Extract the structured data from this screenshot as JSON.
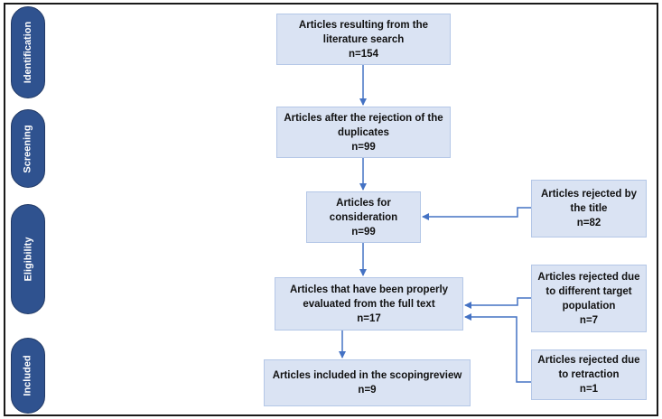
{
  "colors": {
    "stage_fill": "#2f528f",
    "box_fill": "#dae3f3",
    "box_border": "#b4c7e7",
    "arrow": "#4472c4"
  },
  "stages": {
    "identification": "Identification",
    "screening": "Screening",
    "eligibility": "Eligibility",
    "included": "Included"
  },
  "boxes": {
    "search": {
      "line1": "Articles resulting from the",
      "line2": "literature search",
      "count": "n=154"
    },
    "duplicates": {
      "line1": "Articles after the rejection of the",
      "line2": "duplicates",
      "count": "n=99"
    },
    "consideration": {
      "line1": "Articles for",
      "line2": "consideration",
      "count": "n=99"
    },
    "full_text": {
      "line1": "Articles that have been properly",
      "line2": "evaluated from the full text",
      "count": "n=17"
    },
    "included": {
      "line1": "Articles included in the scopingreview",
      "count": "n=9"
    },
    "rejected_title": {
      "line1": "Articles rejected by",
      "line2": "the title",
      "count": "n=82"
    },
    "rejected_population": {
      "line1": "Articles rejected due",
      "line2": "to different target",
      "line3": "population",
      "count": "n=7"
    },
    "rejected_retraction": {
      "line1": "Articles rejected due",
      "line2": "to retraction",
      "count": "n=1"
    }
  }
}
